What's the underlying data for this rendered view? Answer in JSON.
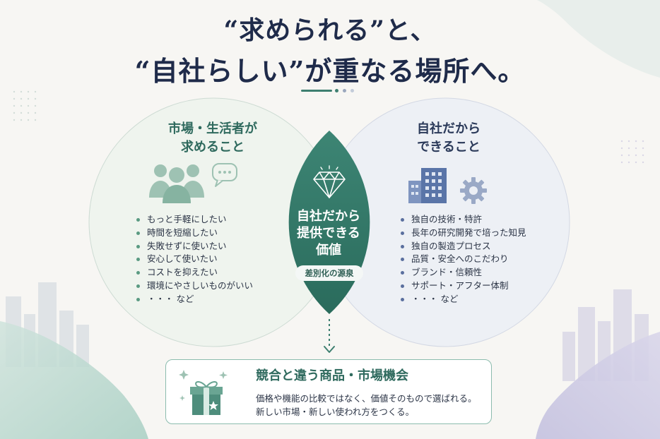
{
  "headline": {
    "line1": "“求められる”と、",
    "line2": "“自社らしい”が重なる場所へ。"
  },
  "left_circle": {
    "heading": [
      "市場・生活者が",
      "求めること"
    ],
    "items": [
      "もっと手軽にしたい",
      "時間を短縮したい",
      "失敗せずに使いたい",
      "安心して使いたい",
      "コストを抑えたい",
      "環境にやさしいものがいい",
      "・・・ など"
    ],
    "icons": [
      "people-group-icon",
      "speech-bubble-icon"
    ]
  },
  "right_circle": {
    "heading": [
      "自社だから",
      "できること"
    ],
    "items": [
      "独自の技術・特許",
      "長年の研究開発で培った知見",
      "独自の製造プロセス",
      "品質・安全へのこだわり",
      "ブランド・信頼性",
      "サポート・アフター体制",
      "・・・ など"
    ],
    "icons": [
      "building-icon",
      "gear-icon"
    ]
  },
  "overlap": {
    "lines": [
      "自社だから",
      "提供できる",
      "価値"
    ],
    "badge": "差別化の源泉",
    "icon": "diamond-icon"
  },
  "result": {
    "title": "競合と違う商品・市場機会",
    "desc": [
      "価格や機能の比較ではなく、価値そのもので選ばれる。",
      "新しい市場・新しい使われ方をつくる。"
    ],
    "icon": "gift-box-icon"
  },
  "colors": {
    "accent_green": "#3d7f70",
    "lens_green": "#2f7565",
    "navy_text": "#1f2b4a",
    "left_circle_fill": "#eef3ee",
    "right_circle_fill": "#eceff5",
    "building_blue": "#5a75a8"
  }
}
